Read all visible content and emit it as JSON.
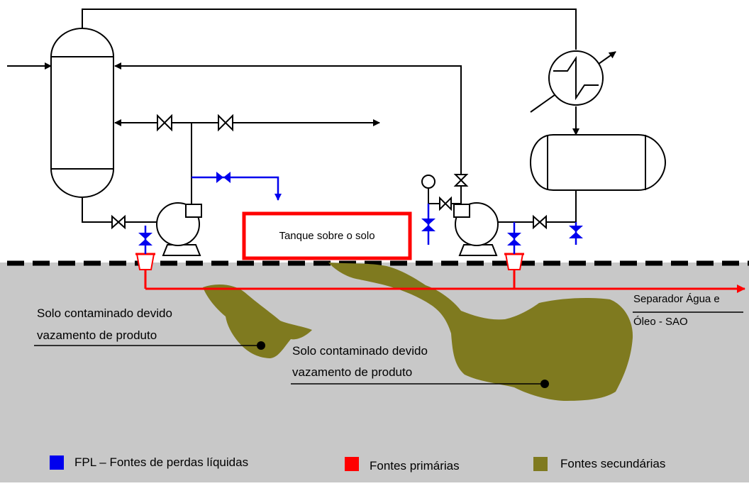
{
  "colors": {
    "ground": "#c8c8c8",
    "contamination": "#7f7a1f",
    "primary_red": "#ff0000",
    "liquid_blue": "#0000ee",
    "line_black": "#000000"
  },
  "labels": {
    "tank": "Tanque sobre o solo",
    "separator_line1": "Separador Água e",
    "separator_line2": "Óleo - SAO",
    "soil_left_line1": "Solo contaminado devido",
    "soil_left_line2": "vazamento de produto",
    "soil_center_line1": "Solo contaminado devido",
    "soil_center_line2": "vazamento de produto"
  },
  "legend": [
    {
      "label": "FPL – Fontes de perdas líquidas",
      "color": "#0000ee"
    },
    {
      "label": "Fontes primárias",
      "color": "#ff0000"
    },
    {
      "label": "Fontes secundárias",
      "color": "#7f7a1f"
    }
  ]
}
